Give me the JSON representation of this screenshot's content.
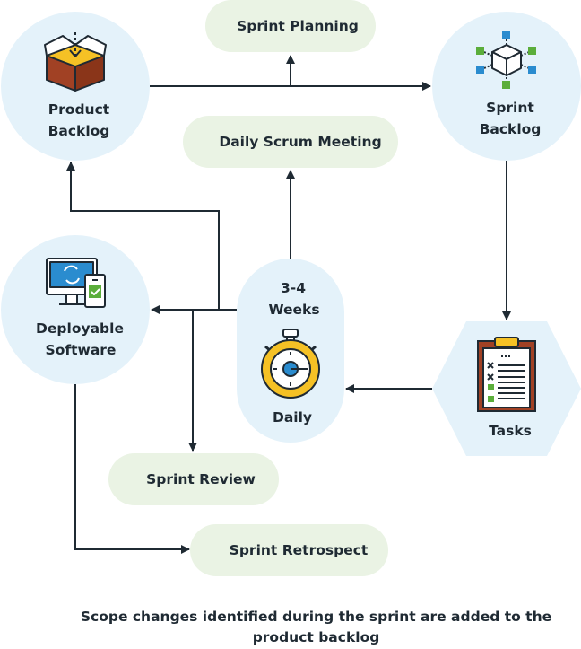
{
  "colors": {
    "circle_fill": "#e4f2fa",
    "pill_fill": "#eaf3e4",
    "line": "#1f2a33",
    "accent_blue": "#2a8ccf",
    "accent_yellow": "#f5c125",
    "accent_green": "#5bae3b",
    "box_brown": "#a14124"
  },
  "nodes": {
    "product_backlog": {
      "line1": "Product",
      "line2": "Backlog",
      "icon": "box-icon"
    },
    "sprint_backlog": {
      "line1": "Sprint",
      "line2": "Backlog",
      "icon": "network-cube-icon"
    },
    "tasks": {
      "label": "Tasks",
      "icon": "clipboard-checklist-icon"
    },
    "sprint_cycle": {
      "line1": "3-4",
      "line2": "Weeks",
      "label": "Daily",
      "icon": "stopwatch-icon"
    },
    "deployable_software": {
      "line1": "Deployable",
      "line2": "Software",
      "icon": "devices-icon"
    }
  },
  "pills": {
    "sprint_planning": "Sprint Planning",
    "daily_scrum": "Daily Scrum Meeting",
    "sprint_review": "Sprint Review",
    "sprint_retrospect": "Sprint Retrospect"
  },
  "caption": "Scope changes identified during the sprint are added to the product backlog"
}
